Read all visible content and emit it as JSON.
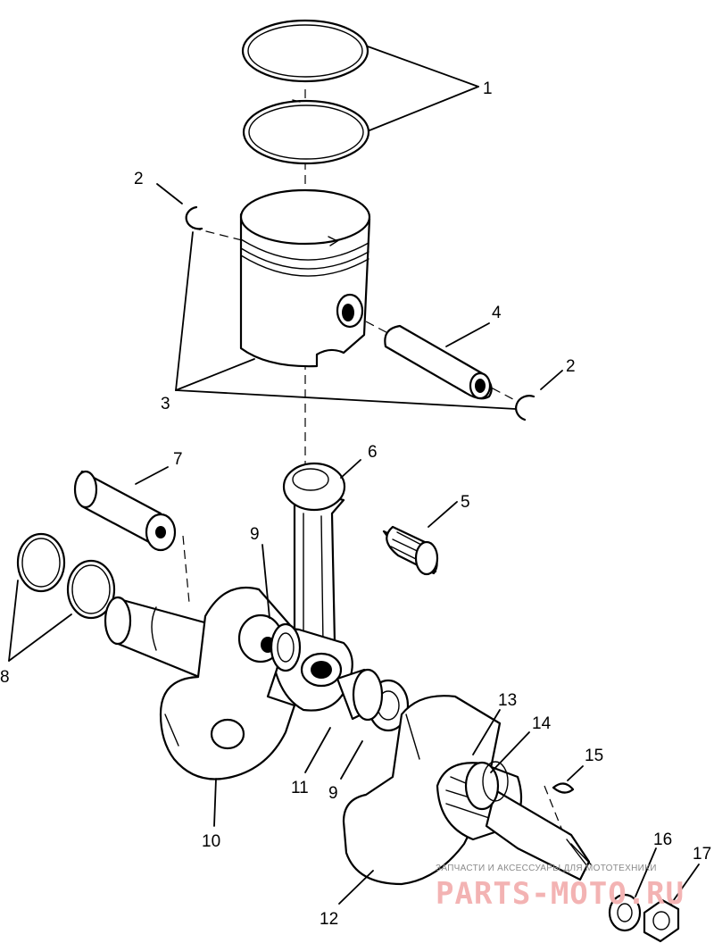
{
  "callouts": {
    "c1": "1",
    "c2a": "2",
    "c2b": "2",
    "c3": "3",
    "c4": "4",
    "c5": "5",
    "c6": "6",
    "c7": "7",
    "c8": "8",
    "c9a": "9",
    "c9b": "9",
    "c10": "10",
    "c11": "11",
    "c12": "12",
    "c13": "13",
    "c14": "14",
    "c15": "15",
    "c16": "16",
    "c17": "17"
  },
  "watermark": {
    "subtitle": "ЗАПЧАСТИ И АКСЕССУАРЫ ДЛЯ МОТОТЕХНИКИ",
    "brand": "PARTS-MOTO.RU"
  }
}
